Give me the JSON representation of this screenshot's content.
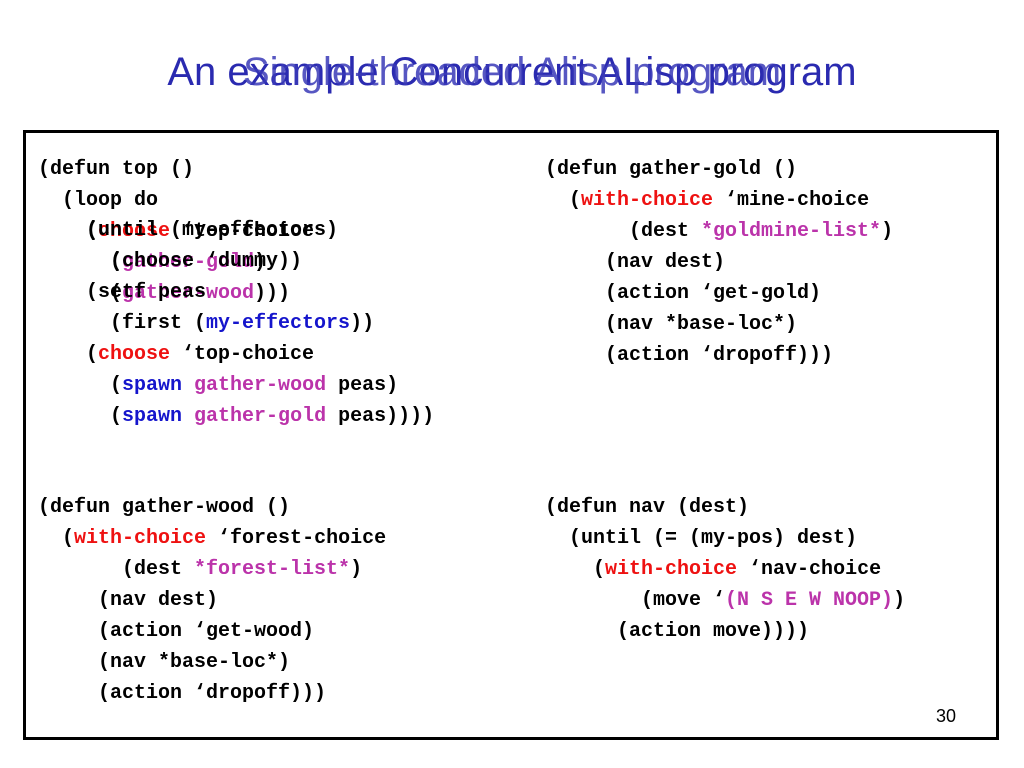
{
  "slide": {
    "title_a": "An example Concurrent ALisp program",
    "title_b": "Single-threaded Alisp program",
    "page_number": "30"
  },
  "colors": {
    "title": "#2a2ab0",
    "keyword_red": "#ee1111",
    "keyword_blue": "#1515cc",
    "keyword_purple": "#bb33aa"
  },
  "code": {
    "top": [
      [
        {
          "t": "(defun top ()"
        }
      ],
      [
        {
          "t": "  (loop do"
        }
      ],
      [
        {
          "t": "    ("
        },
        {
          "t": "choose",
          "c": "r"
        },
        {
          "t": " ‘top-choice"
        }
      ],
      [
        {
          "t": "      ("
        },
        {
          "t": "gather-gold",
          "c": "p"
        },
        {
          "t": ")"
        }
      ],
      [
        {
          "t": "      ("
        },
        {
          "t": "gather-wood",
          "c": "p"
        },
        {
          "t": ")))"
        }
      ]
    ],
    "top_overlay": [
      [
        {
          "t": "    (until (my-effectors"
        },
        {
          "t": ")"
        }
      ],
      [
        {
          "t": "      (choose ‘dummy))"
        }
      ],
      [
        {
          "t": "    (setf peas"
        }
      ],
      [
        {
          "t": "      (first ("
        },
        {
          "t": "my-effectors",
          "c": "b"
        },
        {
          "t": "))"
        }
      ],
      [
        {
          "t": "    ("
        },
        {
          "t": "choose",
          "c": "r"
        },
        {
          "t": " ‘top-choice"
        }
      ],
      [
        {
          "t": "      ("
        },
        {
          "t": "spawn",
          "c": "b"
        },
        {
          "t": " "
        },
        {
          "t": "gather-wood",
          "c": "p"
        },
        {
          "t": " peas)"
        }
      ],
      [
        {
          "t": "      ("
        },
        {
          "t": "spawn",
          "c": "b"
        },
        {
          "t": " "
        },
        {
          "t": "gather-gold",
          "c": "p"
        },
        {
          "t": " peas))))"
        }
      ]
    ],
    "gather_gold": [
      [
        {
          "t": "(defun gather-gold ()"
        }
      ],
      [
        {
          "t": "  ("
        },
        {
          "t": "with-choice",
          "c": "r"
        },
        {
          "t": " ‘mine-choice"
        }
      ],
      [
        {
          "t": "       (dest "
        },
        {
          "t": "*goldmine-list*",
          "c": "p"
        },
        {
          "t": ")"
        }
      ],
      [
        {
          "t": "     (nav dest)"
        }
      ],
      [
        {
          "t": "     (action ‘get-gold)"
        }
      ],
      [
        {
          "t": "     (nav *base-loc*)"
        }
      ],
      [
        {
          "t": "     (action ‘dropoff)))"
        }
      ]
    ],
    "gather_wood": [
      [
        {
          "t": "(defun gather-wood ()"
        }
      ],
      [
        {
          "t": "  ("
        },
        {
          "t": "with-choice",
          "c": "r"
        },
        {
          "t": " ‘forest-choice"
        }
      ],
      [
        {
          "t": "       (dest "
        },
        {
          "t": "*forest-list*",
          "c": "p"
        },
        {
          "t": ")"
        }
      ],
      [
        {
          "t": "     (nav dest)"
        }
      ],
      [
        {
          "t": "     (action ‘get-wood)"
        }
      ],
      [
        {
          "t": "     (nav *base-loc*)"
        }
      ],
      [
        {
          "t": "     (action ‘dropoff)))"
        }
      ]
    ],
    "nav": [
      [
        {
          "t": "(defun nav (dest)"
        }
      ],
      [
        {
          "t": "  (until (= (my-pos) dest)"
        }
      ],
      [
        {
          "t": "    ("
        },
        {
          "t": "with-choice",
          "c": "r"
        },
        {
          "t": " ‘nav-choice"
        }
      ],
      [
        {
          "t": "        (move ‘"
        },
        {
          "t": "(N S E W NOOP)",
          "c": "p"
        },
        {
          "t": ")"
        }
      ],
      [
        {
          "t": "      (action move))))"
        }
      ]
    ]
  }
}
